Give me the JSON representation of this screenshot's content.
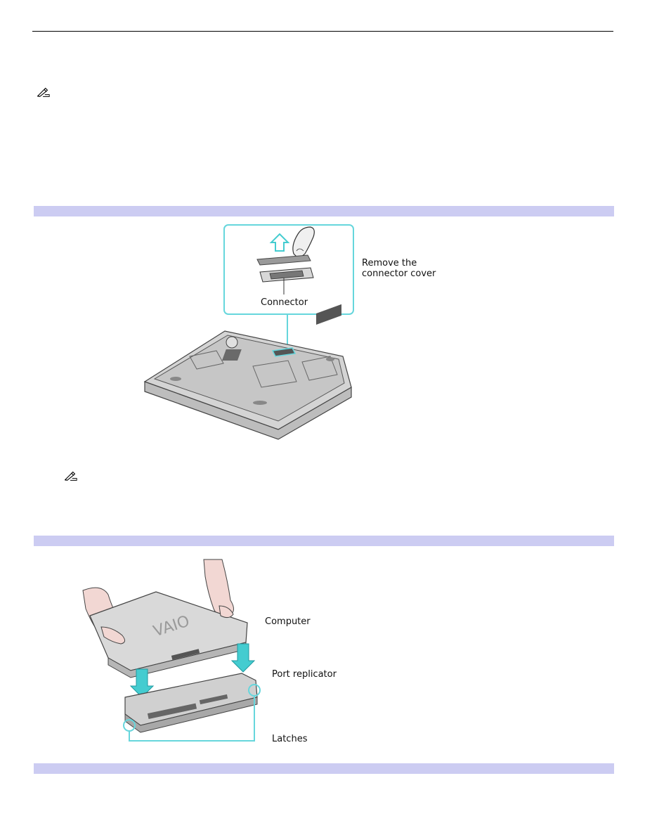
{
  "colors": {
    "band": "#ccccf2",
    "accent": "#66d6dc",
    "arrow": "#44ccd0"
  },
  "icons": {
    "note_icon_1": "pencil-note-icon",
    "note_icon_2": "pencil-note-icon"
  },
  "figure1": {
    "label_remove": "Remove the",
    "label_remove_2": "connector cover",
    "label_connector": "Connector"
  },
  "figure2": {
    "label_computer": "Computer",
    "label_port_replicator": "Port replicator",
    "label_latches": "Latches"
  }
}
